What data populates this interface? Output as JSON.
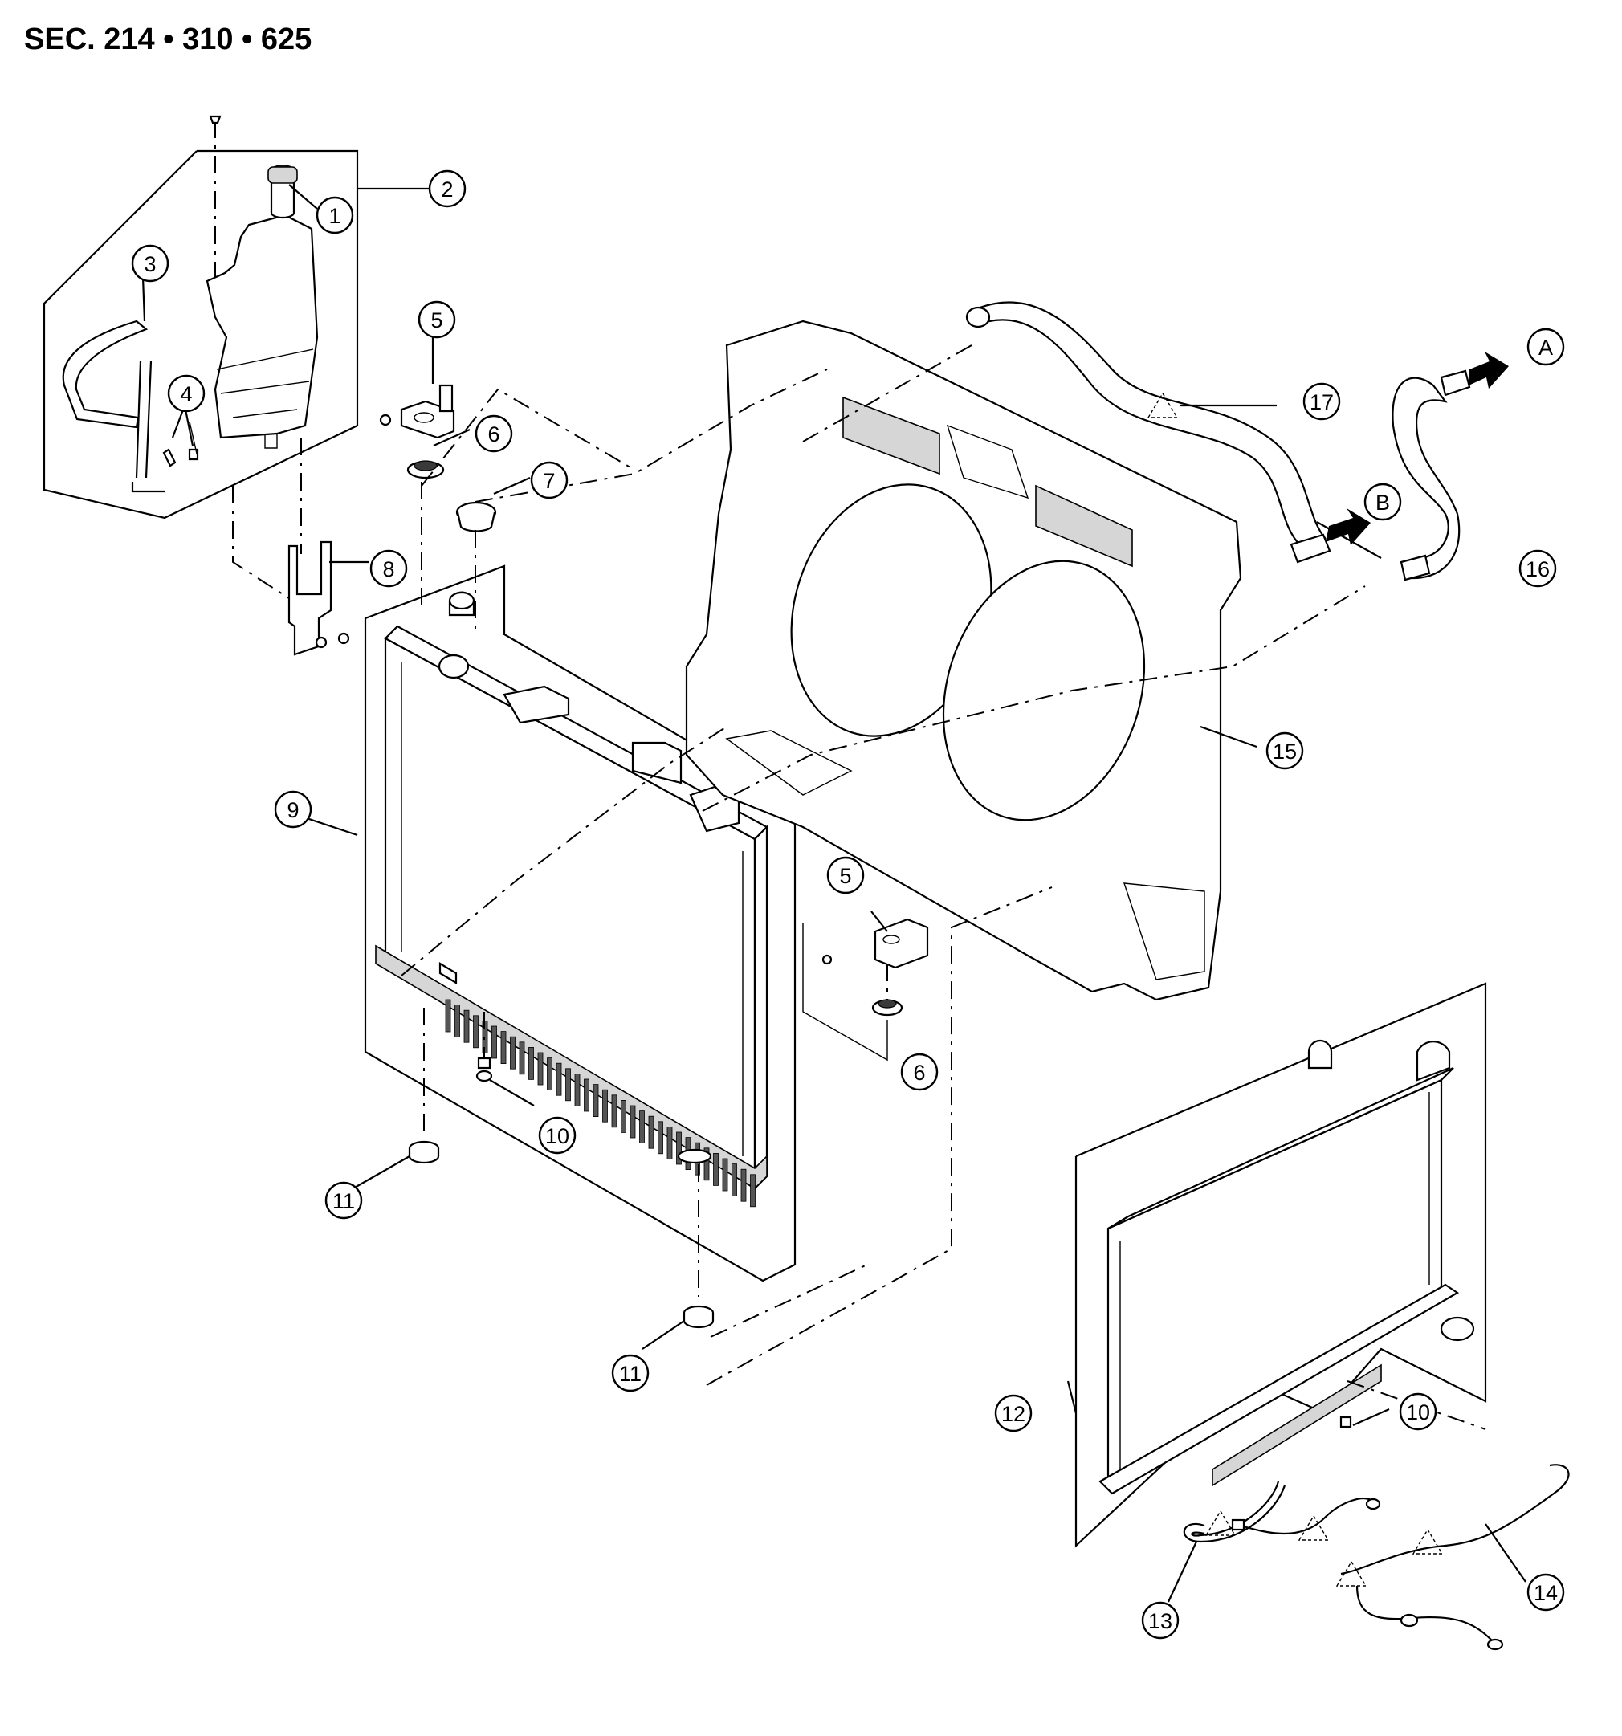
{
  "header": {
    "section_title": "SEC. 214 • 310 • 625"
  },
  "callouts": [
    {
      "id": "c1",
      "label": "1",
      "part": "reservoir cap"
    },
    {
      "id": "c2",
      "label": "2",
      "part": "reservoir tank assembly"
    },
    {
      "id": "c3",
      "label": "3",
      "part": "reservoir hose"
    },
    {
      "id": "c4",
      "label": "4",
      "part": "hose clamps"
    },
    {
      "id": "c5a",
      "label": "5",
      "part": "mounting bracket"
    },
    {
      "id": "c5b",
      "label": "5",
      "part": "mounting bracket"
    },
    {
      "id": "c6a",
      "label": "6",
      "part": "mounting rubber"
    },
    {
      "id": "c6b",
      "label": "6",
      "part": "mounting rubber"
    },
    {
      "id": "c7",
      "label": "7",
      "part": "radiator cap"
    },
    {
      "id": "c8",
      "label": "8",
      "part": "reservoir bracket"
    },
    {
      "id": "c9",
      "label": "9",
      "part": "radiator"
    },
    {
      "id": "c10a",
      "label": "10",
      "part": "drain plug"
    },
    {
      "id": "c10b",
      "label": "10",
      "part": "drain plug"
    },
    {
      "id": "c11a",
      "label": "11",
      "part": "lower mounting rubber"
    },
    {
      "id": "c11b",
      "label": "11",
      "part": "lower mounting rubber"
    },
    {
      "id": "c12",
      "label": "12",
      "part": "radiator (alternate)"
    },
    {
      "id": "c13",
      "label": "13",
      "part": "cooler hose"
    },
    {
      "id": "c14",
      "label": "14",
      "part": "cooler hose"
    },
    {
      "id": "c15",
      "label": "15",
      "part": "radiator core support"
    },
    {
      "id": "c16",
      "label": "16",
      "part": "lower radiator hose"
    },
    {
      "id": "c17",
      "label": "17",
      "part": "upper radiator hose"
    }
  ],
  "refs": [
    {
      "id": "ra",
      "label": "A",
      "part": "to engine (lower hose)"
    },
    {
      "id": "rb",
      "label": "B",
      "part": "to engine (upper hose)"
    }
  ]
}
